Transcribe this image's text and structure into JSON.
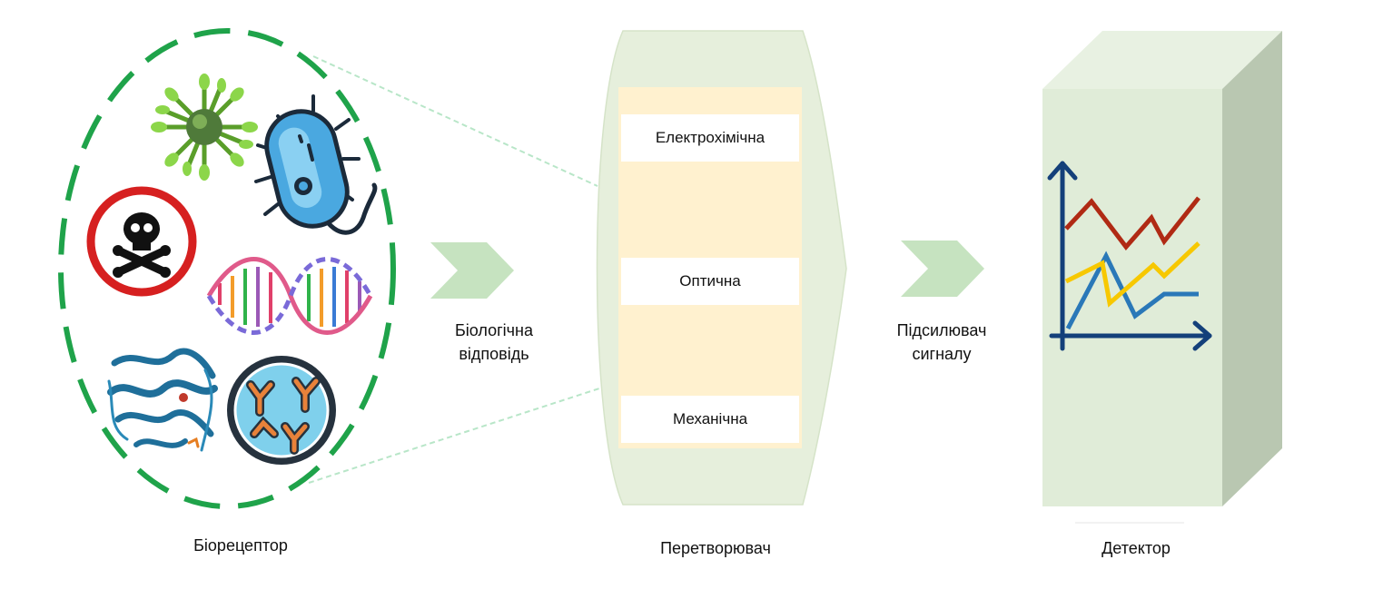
{
  "stages": {
    "bioreceptor": "Біорецептор",
    "transducer": "Перетворювач",
    "detector": "Детектор"
  },
  "arrows": {
    "biological_response": [
      "Біологічна",
      "відповідь"
    ],
    "signal_amplifier": [
      "Підсилювач",
      "сигналу"
    ]
  },
  "transducer_types": [
    "Електрохімічна",
    "Оптична",
    "Механічна"
  ],
  "detector_chart": {
    "series_colors": [
      "#b02a14",
      "#f7c800",
      "#2a78b8"
    ],
    "axis_color": "#14407a"
  },
  "icons": [
    "virus-icon",
    "bacterium-icon",
    "toxin-skull-icon",
    "dna-icon",
    "protein-structure-icon",
    "antibody-icon"
  ]
}
